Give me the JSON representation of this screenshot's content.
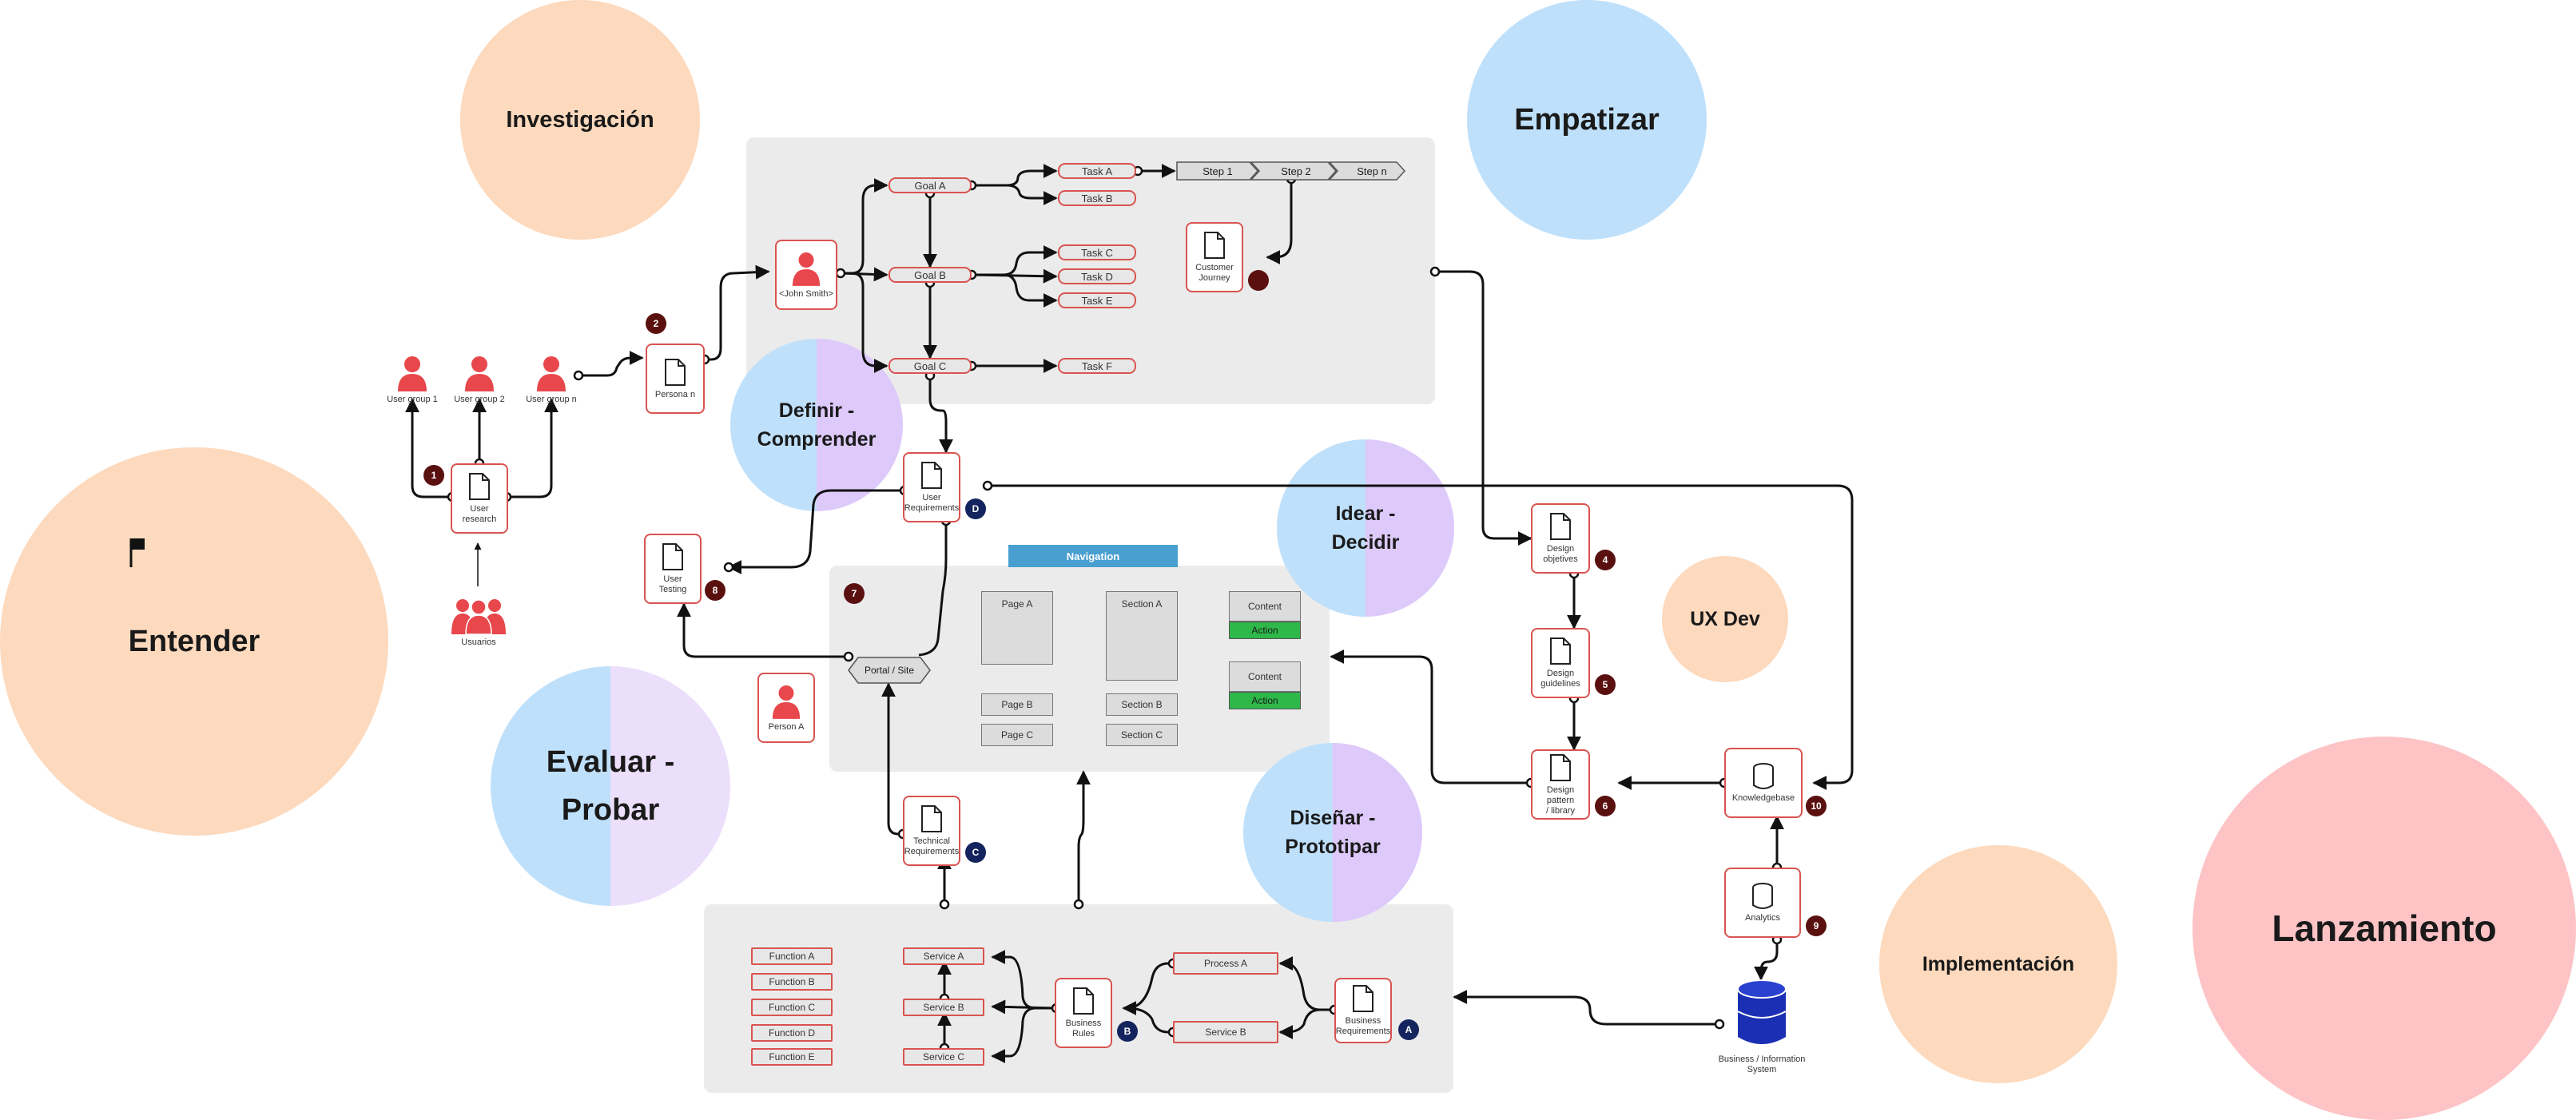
{
  "phases": {
    "investigacion": "Investigación",
    "empatizar": "Empatizar",
    "entender": "Entender",
    "definir_line1": "Definir -",
    "definir_line2": "Comprender",
    "idear_line1": "Idear -",
    "idear_line2": "Decidir",
    "uxdev": "UX Dev",
    "evaluar_line1": "Evaluar -",
    "evaluar_line2": "Probar",
    "disenar_line1": "Diseñar -",
    "disenar_line2": "Prototipar",
    "implementacion": "Implementación",
    "lanzamiento": "Lanzamiento"
  },
  "users": {
    "group1": "User group 1",
    "group2": "User group 2",
    "groupn": "User group n",
    "usuarios": "Usuarios",
    "person_a": "Person A",
    "john": "<John Smith>"
  },
  "docs": {
    "user_research_1": "User",
    "user_research_2": "research",
    "persona": "Persona n",
    "customer_journey_1": "Customer",
    "customer_journey_2": "Journey",
    "user_requirements_1": "User",
    "user_requirements_2": "Requirements",
    "user_testing_1": "User",
    "user_testing_2": "Testing",
    "technical_req_1": "Technical",
    "technical_req_2": "Requirements",
    "design_objectives_1": "Design",
    "design_objectives_2": "objetives",
    "design_guidelines_1": "Design",
    "design_guidelines_2": "guidelines",
    "design_pattern_1": "Design pattern",
    "design_pattern_2": "/ library",
    "knowledgebase": "Knowledgebase",
    "analytics": "Analytics",
    "business_rules_1": "Business",
    "business_rules_2": "Rules",
    "business_req_1": "Business",
    "business_req_2": "Requirements",
    "bis_1": "Business / Information",
    "bis_2": "System"
  },
  "goals": [
    "Goal A",
    "Goal B",
    "Goal C"
  ],
  "tasks": [
    "Task A",
    "Task B",
    "Task C",
    "Task D",
    "Task E",
    "Task F"
  ],
  "steps": [
    "Step 1",
    "Step 2",
    "Step n"
  ],
  "site": {
    "navigation": "Navigation",
    "portal": "Portal / Site",
    "page_a": "Page A",
    "page_b": "Page B",
    "page_c": "Page C",
    "section_a": "Section A",
    "section_b": "Section B",
    "section_c": "Section C",
    "content": "Content",
    "action": "Action"
  },
  "functions": [
    "Function A",
    "Function B",
    "Function C",
    "Function D",
    "Function E"
  ],
  "services": [
    "Service A",
    "Service B",
    "Service C"
  ],
  "processes": [
    "Process A",
    "Service B"
  ],
  "badges": {
    "b1": "1",
    "b2": "2",
    "b4": "4",
    "b5": "5",
    "b6": "6",
    "b7": "7",
    "b8": "8",
    "b9": "9",
    "b10": "10",
    "bA": "A",
    "bB": "B",
    "bC": "C",
    "bD": "D"
  },
  "colors": {
    "peach": "#fdd9bd",
    "light_blue": "#bfe0fb",
    "lavender": "#ddc9fa",
    "pink": "#fdc3c5",
    "accent_red": "#d9534f",
    "navy": "#14245e",
    "dark_red": "#5b1010",
    "nav_blue": "#4a9fd1",
    "action_green": "#2fb84a",
    "panel_grey": "#ebebeb",
    "db_blue": "#1b2fb5"
  },
  "icons": {
    "person": "person-icon",
    "document": "document-icon",
    "database": "database-icon",
    "flag": "flag-icon"
  }
}
